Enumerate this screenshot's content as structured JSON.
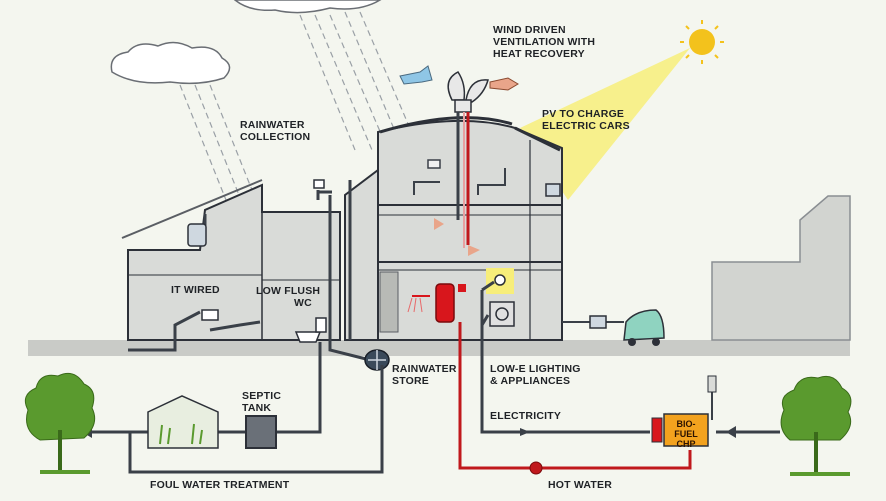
{
  "labels": {
    "wind": [
      "WIND DRIVEN",
      "VENTILATION WITH",
      "HEAT RECOVERY"
    ],
    "pv": [
      "PV TO CHARGE",
      "ELECTRIC CARS"
    ],
    "rainwater_collection": [
      "RAINWATER",
      "COLLECTION"
    ],
    "it_wired": [
      "IT WIRED"
    ],
    "low_flush": [
      "LOW FLUSH",
      "WC"
    ],
    "rainwater_store": [
      "RAINWATER",
      "STORE"
    ],
    "low_e": [
      "LOW-E LIGHTING",
      "& APPLIANCES"
    ],
    "septic": [
      "SEPTIC",
      "TANK"
    ],
    "electricity": [
      "ELECTRICITY"
    ],
    "chp": [
      "BIO-FUEL",
      "CHP"
    ],
    "foul_water": [
      "FOUL WATER TREATMENT"
    ],
    "hot_water": [
      "HOT WATER"
    ]
  },
  "colors": {
    "background": "#f4f6ef",
    "building_fill": "#d9dbd8",
    "outline": "#2c3038",
    "pipe": "#3a4048",
    "hot_pipe": "#c0181c",
    "sun": "#f3c21c",
    "sunbeam": "#f7ee7a",
    "chp_fill": "#f3a21e",
    "tree": "#5a9a2e",
    "car": "#8fd3c0"
  }
}
